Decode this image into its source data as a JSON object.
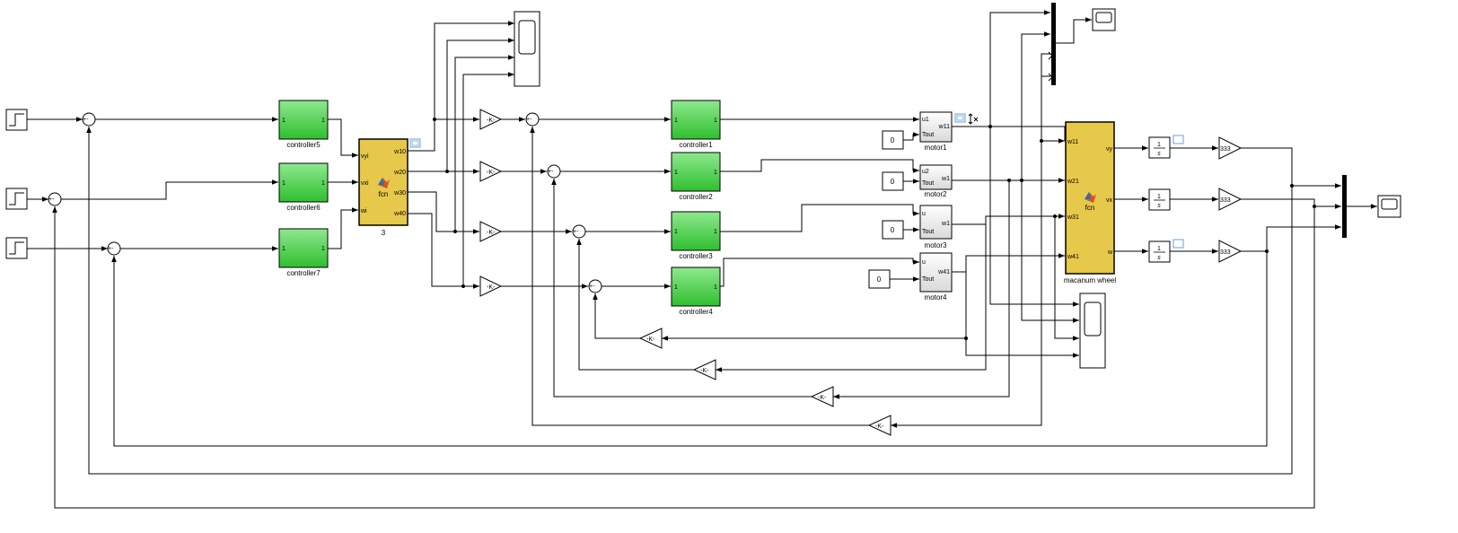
{
  "diagram": {
    "controllers": [
      {
        "id": "controller5",
        "label": "controller5",
        "in_port": "1",
        "out_port": "1"
      },
      {
        "id": "controller6",
        "label": "controller6",
        "in_port": "1",
        "out_port": "1"
      },
      {
        "id": "controller7",
        "label": "controller7",
        "in_port": "1",
        "out_port": "1"
      },
      {
        "id": "controller1",
        "label": "controller1",
        "in_port": "1",
        "out_port": "1"
      },
      {
        "id": "controller2",
        "label": "controller2",
        "in_port": "1",
        "out_port": "1"
      },
      {
        "id": "controller3",
        "label": "controller3",
        "in_port": "1",
        "out_port": "1"
      },
      {
        "id": "controller4",
        "label": "controller4",
        "in_port": "1",
        "out_port": "1"
      }
    ],
    "fcn_inverse": {
      "name": "3",
      "fcn_label": "fcn",
      "inputs": [
        "vyi",
        "vxi",
        "wi"
      ],
      "outputs": [
        "w10",
        "w20",
        "w30",
        "w40"
      ]
    },
    "fcn_macanum": {
      "name": "macanum wheel",
      "fcn_label": "fcn",
      "inputs": [
        "w11",
        "w21",
        "w31",
        "w41"
      ],
      "outputs": [
        "vy",
        "vx",
        "w"
      ]
    },
    "motors": [
      {
        "name": "motor1",
        "in1": "u1",
        "in2": "Tout",
        "out": "w11",
        "const": "0"
      },
      {
        "name": "motor2",
        "in1": "u2",
        "in2": "Tout",
        "out": "w1",
        "const": "0"
      },
      {
        "name": "motor3",
        "in1": "u",
        "in2": "Tout",
        "out": "w1",
        "const": "0"
      },
      {
        "name": "motor4",
        "in1": "u",
        "in2": "Tout",
        "out": "w41",
        "const": "0"
      }
    ],
    "gain_label": "-K-",
    "sum_signs": "+-",
    "integrator": {
      "num": "1",
      "den": "s"
    },
    "gain333": "333",
    "colors": {
      "controller_fill": "#3fcb3f",
      "controller_fill_light": "#8ee88e",
      "fcn_fill": "#e6c84a",
      "motor_fill": "#f0f0f0",
      "line": "#000000"
    }
  }
}
